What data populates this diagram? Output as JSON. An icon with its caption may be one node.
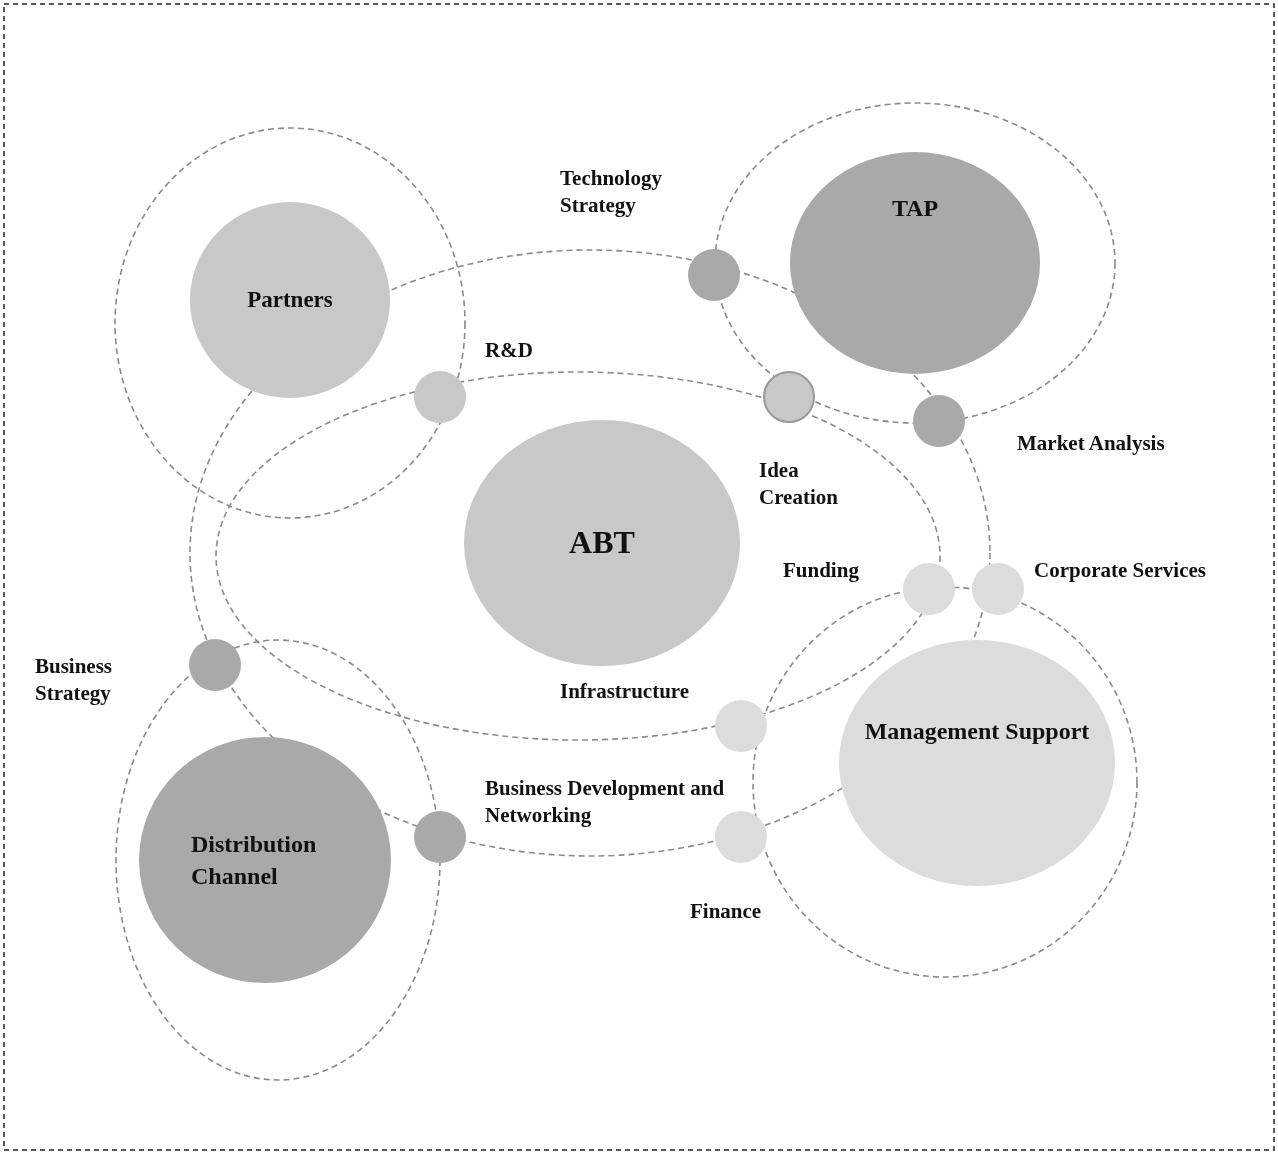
{
  "diagram": {
    "nodes": [
      {
        "text": [
          "TAP"
        ]
      },
      {
        "text": [
          "Partners"
        ]
      },
      {
        "text": [],
        "shape": "circle"
      },
      {
        "text": [],
        "shape": "circle"
      },
      {
        "text": [],
        "shape": "circle"
      },
      {
        "text": [],
        "shape": "circle"
      },
      {
        "text": [
          "ABT"
        ]
      },
      {
        "text": [],
        "shape": "circle"
      },
      {
        "text": [],
        "shape": "circle"
      },
      {
        "text": [],
        "shape": "circle"
      },
      {
        "text": [
          "Management Support"
        ]
      },
      {
        "text": [],
        "shape": "circle"
      },
      {
        "text": [
          "Distribution Channel"
        ]
      },
      {
        "text": [],
        "shape": "circle"
      },
      {
        "text": [],
        "shape": "circle"
      }
    ],
    "labels": [
      "Technology Strategy",
      "R&D",
      "Market Analysis",
      "Idea Creation",
      "Funding",
      "Corporate Services",
      "Business Strategy",
      "Infrastructure",
      "Business Development and Networking",
      "Finance"
    ]
  }
}
